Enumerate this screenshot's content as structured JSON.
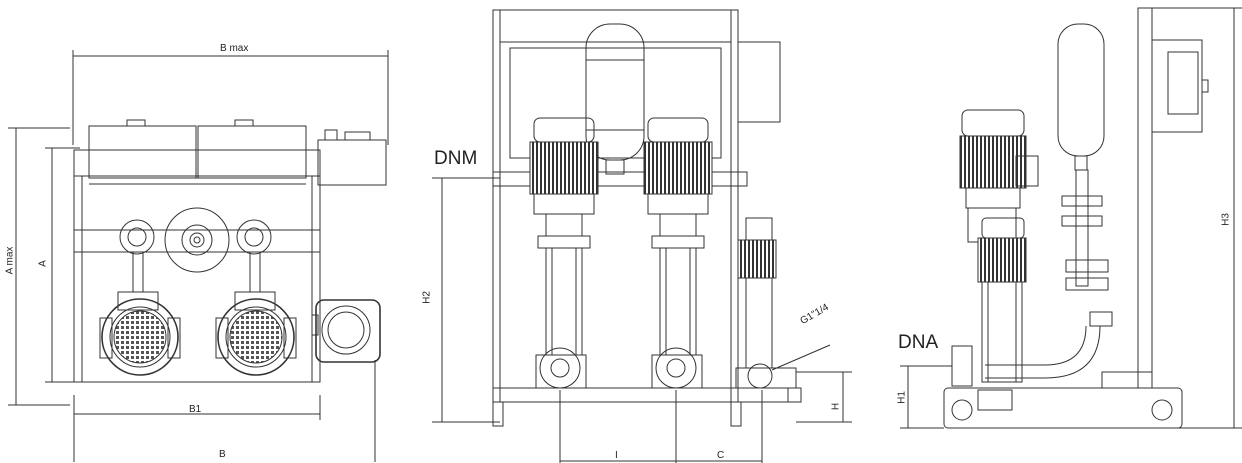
{
  "views": {
    "top": {
      "labels": {
        "b_max": "B max",
        "a_max": "A max",
        "a": "A",
        "b1": "B1",
        "b": "B"
      }
    },
    "front": {
      "labels": {
        "dnm": "DNM",
        "h2": "H2",
        "h": "H",
        "g": "G1\"1/4",
        "i": "I",
        "c": "C"
      }
    },
    "side": {
      "labels": {
        "dna": "DNA",
        "h1": "H1",
        "h3": "H3"
      }
    }
  },
  "colors": {
    "line": "#333333",
    "text": "#222222"
  }
}
